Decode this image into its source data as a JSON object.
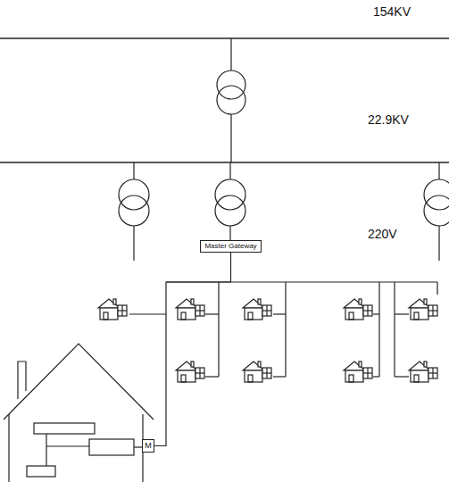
{
  "diagram": {
    "nodes": [
      {
        "text": [
          "Master Gateway"
        ]
      },
      {
        "text": [
          "M"
        ]
      }
    ],
    "edges": [
      {
        "from": 0,
        "to": 1,
        "arrow": "none"
      }
    ],
    "labels": [
      "154KV",
      "22.9KV",
      "220V"
    ]
  }
}
